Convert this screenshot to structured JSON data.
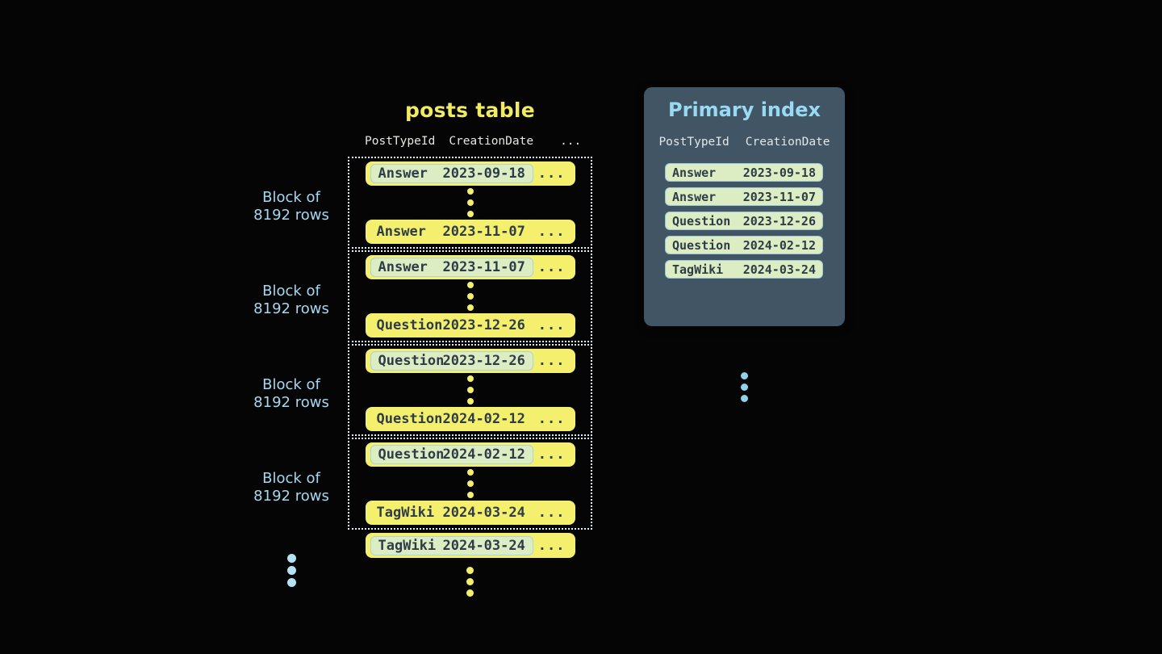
{
  "colors": {
    "background": "#050506",
    "row_yellow": "#f4ef6d",
    "row_text_dark": "#2e3c48",
    "highlight_green": "#dcedc4",
    "highlight_border_blue": "#a5d5e6",
    "panel_slate": "#415565",
    "accent_light_blue": "#98daf3",
    "label_blue": "#a6d7ef",
    "title_yellow": "#f0ec62",
    "header_offwhite": "#e5e7e0",
    "dotted_border": "#e3f1f7"
  },
  "posts_table": {
    "title": "posts table",
    "header": {
      "col1": "PostTypeId",
      "col2": "CreationDate",
      "more": "..."
    },
    "block_label": {
      "line1": "Block of",
      "line2": "8192 rows"
    },
    "ellipsis": "...",
    "blocks": [
      {
        "first_type": "Answer",
        "first_date": "2023-09-18",
        "last_type": "Answer",
        "last_date": "2023-11-07"
      },
      {
        "first_type": "Answer",
        "first_date": "2023-11-07",
        "last_type": "Question",
        "last_date": "2023-12-26"
      },
      {
        "first_type": "Question",
        "first_date": "2023-12-26",
        "last_type": "Question",
        "last_date": "2024-02-12"
      },
      {
        "first_type": "Question",
        "first_date": "2024-02-12",
        "last_type": "TagWiki",
        "last_date": "2024-03-24"
      }
    ],
    "overflow_row": {
      "type": "TagWiki",
      "date": "2024-03-24"
    }
  },
  "primary_index": {
    "title": "Primary index",
    "header": {
      "col1": "PostTypeId",
      "col2": "CreationDate"
    },
    "rows": [
      {
        "type": "Answer",
        "date": "2023-09-18"
      },
      {
        "type": "Answer",
        "date": "2023-11-07"
      },
      {
        "type": "Question",
        "date": "2023-12-26"
      },
      {
        "type": "Question",
        "date": "2024-02-12"
      },
      {
        "type": "TagWiki",
        "date": "2024-03-24"
      }
    ]
  }
}
